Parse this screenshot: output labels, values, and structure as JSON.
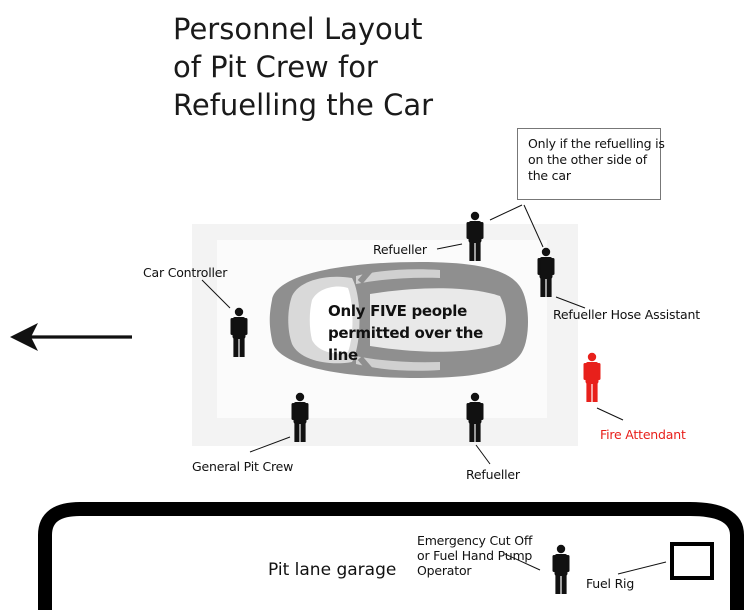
{
  "title": {
    "line1": "Personnel Layout",
    "line2": "of Pit Crew for",
    "line3": "Refuelling the Car"
  },
  "note": {
    "line1": "Only if the refuelling is",
    "line2": "on the other side of",
    "line3": "the car"
  },
  "labels": {
    "refueller_top": "Refueller",
    "car_controller": "Car Controller",
    "hose_assistant": "Refueller Hose Assistant",
    "fire_attendant": "Fire Attendant",
    "general_crew": "General Pit Crew",
    "refueller_bottom": "Refueller",
    "fuel_rig": "Fuel Rig"
  },
  "center_text": {
    "line1": "Only FIVE people",
    "line2": "permitted over the",
    "line3": "line"
  },
  "garage": {
    "label": "Pit lane garage",
    "operator_line1": "Emergency Cut Off",
    "operator_line2": "or Fuel Hand Pump",
    "operator_line3": "Operator"
  },
  "colors": {
    "person": "#111111",
    "fire_attendant": "#e8201b",
    "car": "#8f8f8f",
    "zone": "#f3f3f3"
  }
}
